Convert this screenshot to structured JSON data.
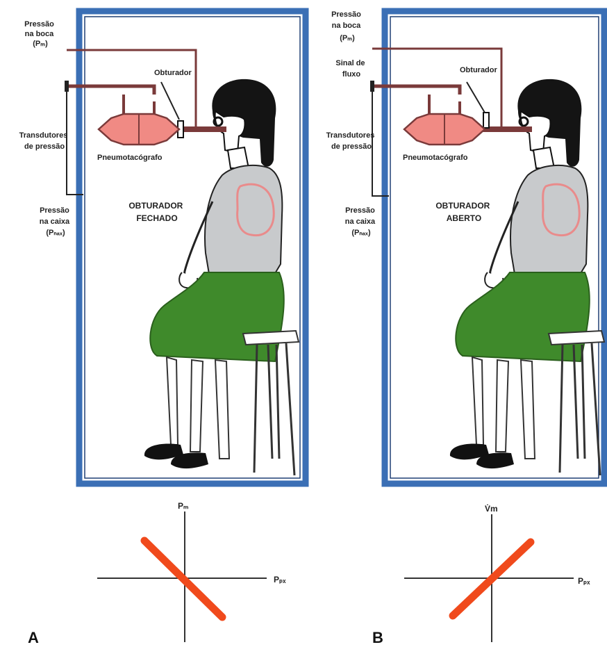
{
  "panels": [
    {
      "letter": "A",
      "mouth_pressure_label": [
        "Pressão",
        "na boca",
        "(Pₘ)"
      ],
      "flow_signal_label": [],
      "shutter_label": "Obturador",
      "transducers_label": [
        "Transdutores",
        "de pressão"
      ],
      "pneumotach_label": "Pneumotacógrafo",
      "box_pressure_label": [
        "Pressão",
        "na caixa",
        "(Pₙₐₓ)"
      ],
      "state_label": [
        "OBTURADOR",
        "FECHADO"
      ],
      "graph": {
        "y_axis_label": "Pₘ",
        "x_axis_label": "Pₚₓ",
        "slope": "negative"
      }
    },
    {
      "letter": "B",
      "mouth_pressure_label": [
        "Pressão",
        "na boca",
        "(Pₘ)"
      ],
      "flow_signal_label": [
        "Sinal de",
        "fluxo"
      ],
      "shutter_label": "Obturador",
      "transducers_label": [
        "Transdutores",
        "de pressão"
      ],
      "pneumotach_label": "Pneumotacógrafo",
      "box_pressure_label": [
        "Pressão",
        "na caixa",
        "(Pₙₐₓ)"
      ],
      "state_label": [
        "OBTURADOR",
        "ABERTO"
      ],
      "graph": {
        "y_axis_label": "V̇m",
        "x_axis_label": "Pₚₓ",
        "slope": "positive"
      }
    }
  ],
  "colors": {
    "box_frame": "#3b6fb5",
    "pneumotach": "#f08a84",
    "skirt": "#3f8a2b",
    "blouse": "#c8cacc",
    "hair": "#141414",
    "lung_outline": "#e98b8b",
    "graph_trace": "#f04a1c",
    "tubing": "#7a3a3a"
  }
}
